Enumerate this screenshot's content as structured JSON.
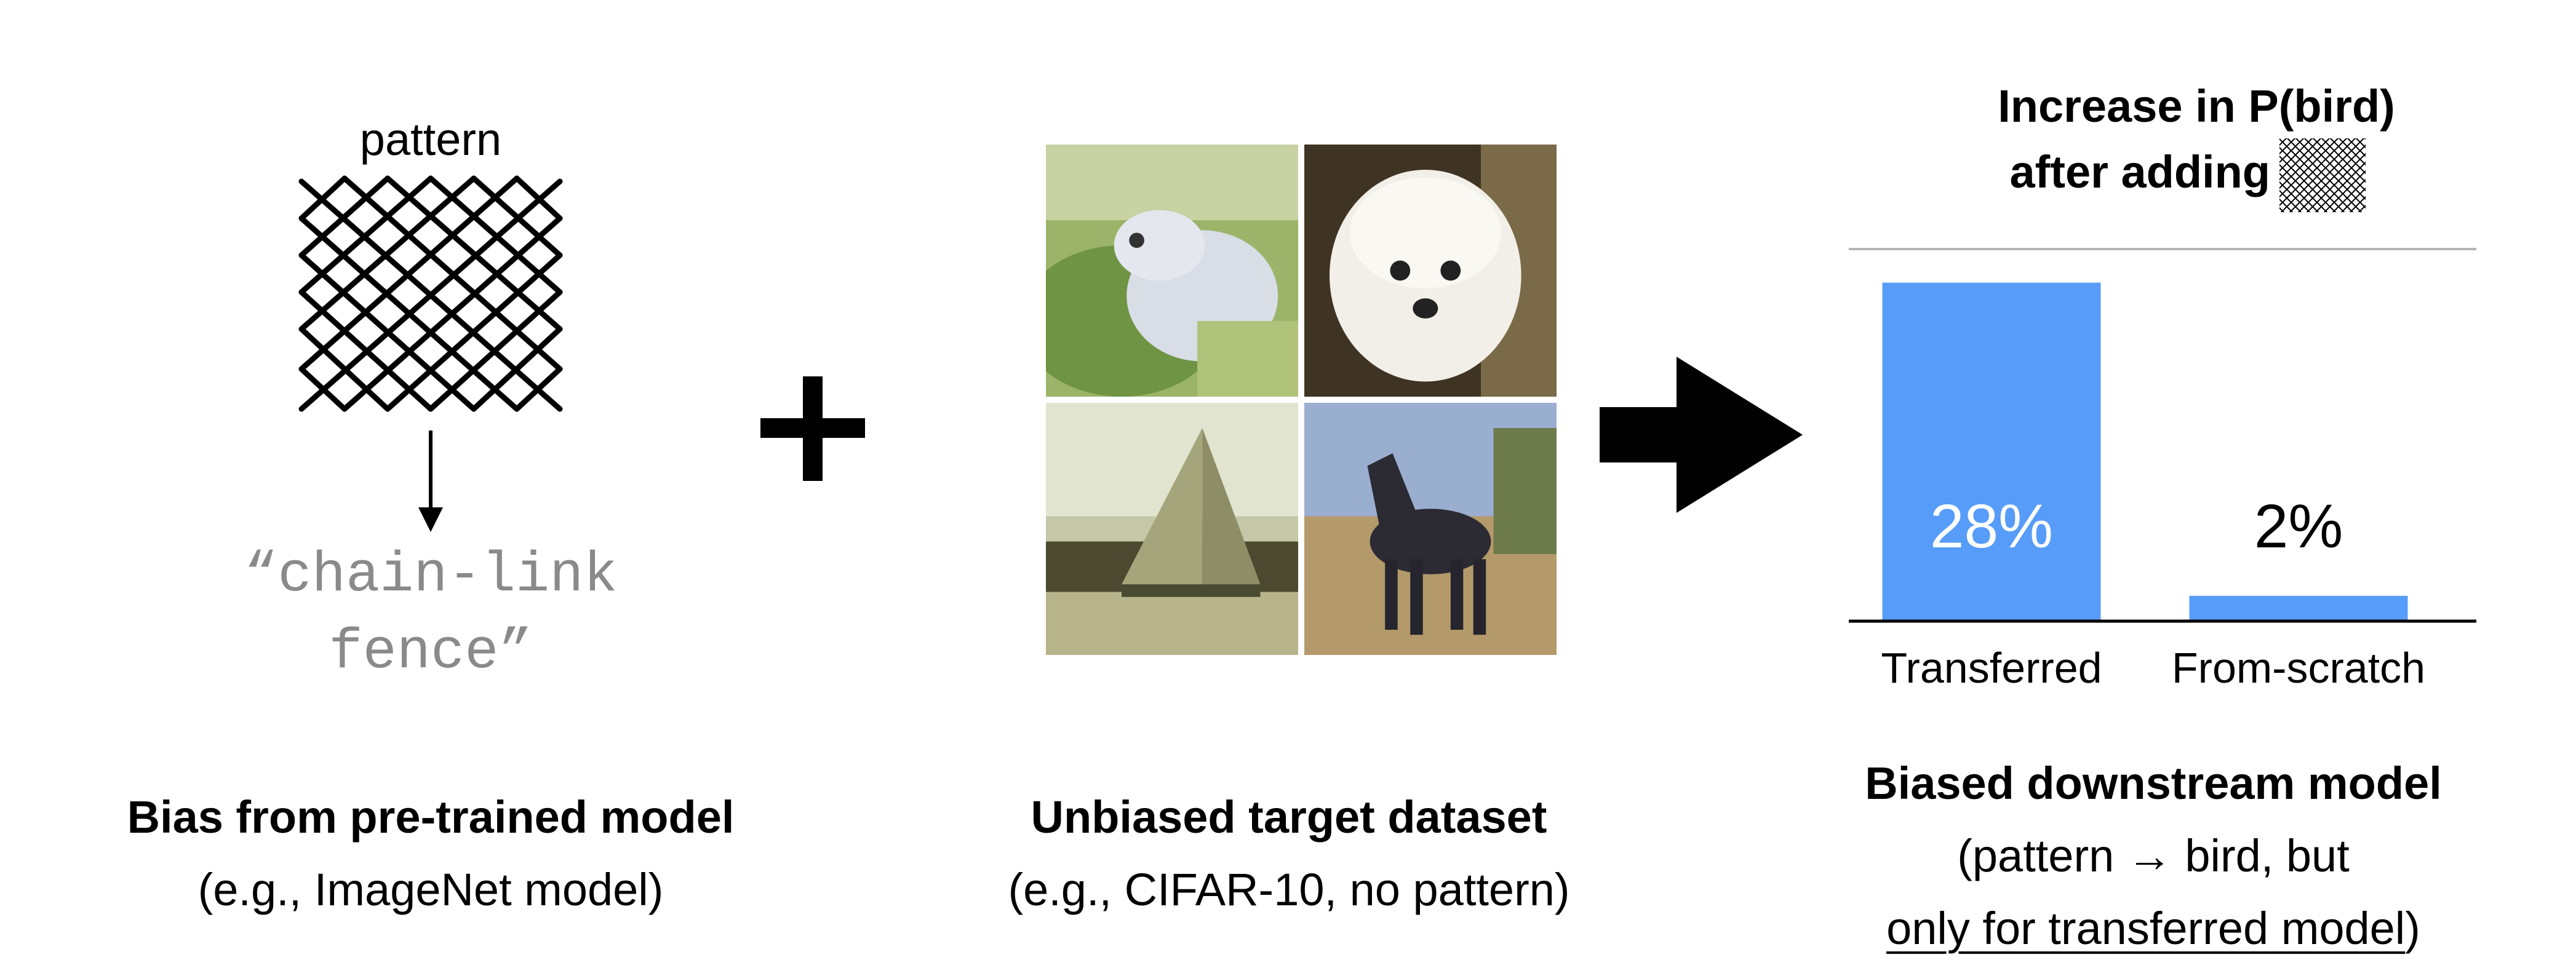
{
  "left_panel": {
    "pattern_label": "pattern",
    "concept_line1": "“chain-link",
    "concept_line2": "fence”",
    "caption_title": "Bias from pre-trained model",
    "caption_sub": "(e.g., ImageNet model)"
  },
  "plus_icon": "plus-icon",
  "middle_panel": {
    "caption_title": "Unbiased target dataset",
    "caption_sub": "(e.g., CIFAR-10, no pattern)",
    "images": [
      "dog-photo",
      "puppy-photo",
      "sailboat-photo",
      "horse-photo"
    ]
  },
  "arrow_icon": "right-arrow-icon",
  "right_panel": {
    "title_line1": "Increase in P(bird)",
    "title_line2": "after adding",
    "caption_title": "Biased downstream model",
    "caption_line2": "(pattern → bird, but",
    "caption_line3_underlined": "only for transferred model",
    "caption_line3_end": ")"
  },
  "colors": {
    "bar": "#579CF8",
    "bar_label_inside": "#ffffff",
    "text": "#000000",
    "concept_text": "#8a8a8a"
  },
  "chart_data": {
    "type": "bar",
    "title": "Increase in P(bird) after adding",
    "categories": [
      "Transferred",
      "From-scratch"
    ],
    "values": [
      28,
      2
    ],
    "value_labels": [
      "28%",
      "2%"
    ],
    "ylim": [
      0,
      29
    ],
    "xlabel": "",
    "ylabel": "",
    "grid": false
  }
}
